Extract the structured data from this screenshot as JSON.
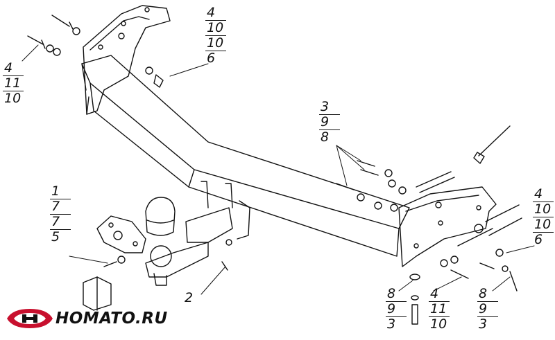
{
  "callouts": {
    "top_center": [
      "4",
      "10",
      "10",
      "6"
    ],
    "top_left": [
      "4",
      "11",
      "10"
    ],
    "middle_right": [
      "3",
      "9",
      "8"
    ],
    "left": [
      "1",
      "7",
      "7",
      "5"
    ],
    "right": [
      "4",
      "10",
      "10",
      "6"
    ],
    "bottom_left_single": "2",
    "bottom_a": [
      "8",
      "9",
      "3"
    ],
    "bottom_b": [
      "4",
      "11",
      "10"
    ],
    "bottom_c": [
      "8",
      "9",
      "3"
    ]
  },
  "logo": {
    "text": "HOMATO.RU",
    "icon": "car-emblem-icon",
    "accent": "#c8102e"
  },
  "colors": {
    "line": "#111111",
    "background": "#ffffff"
  }
}
